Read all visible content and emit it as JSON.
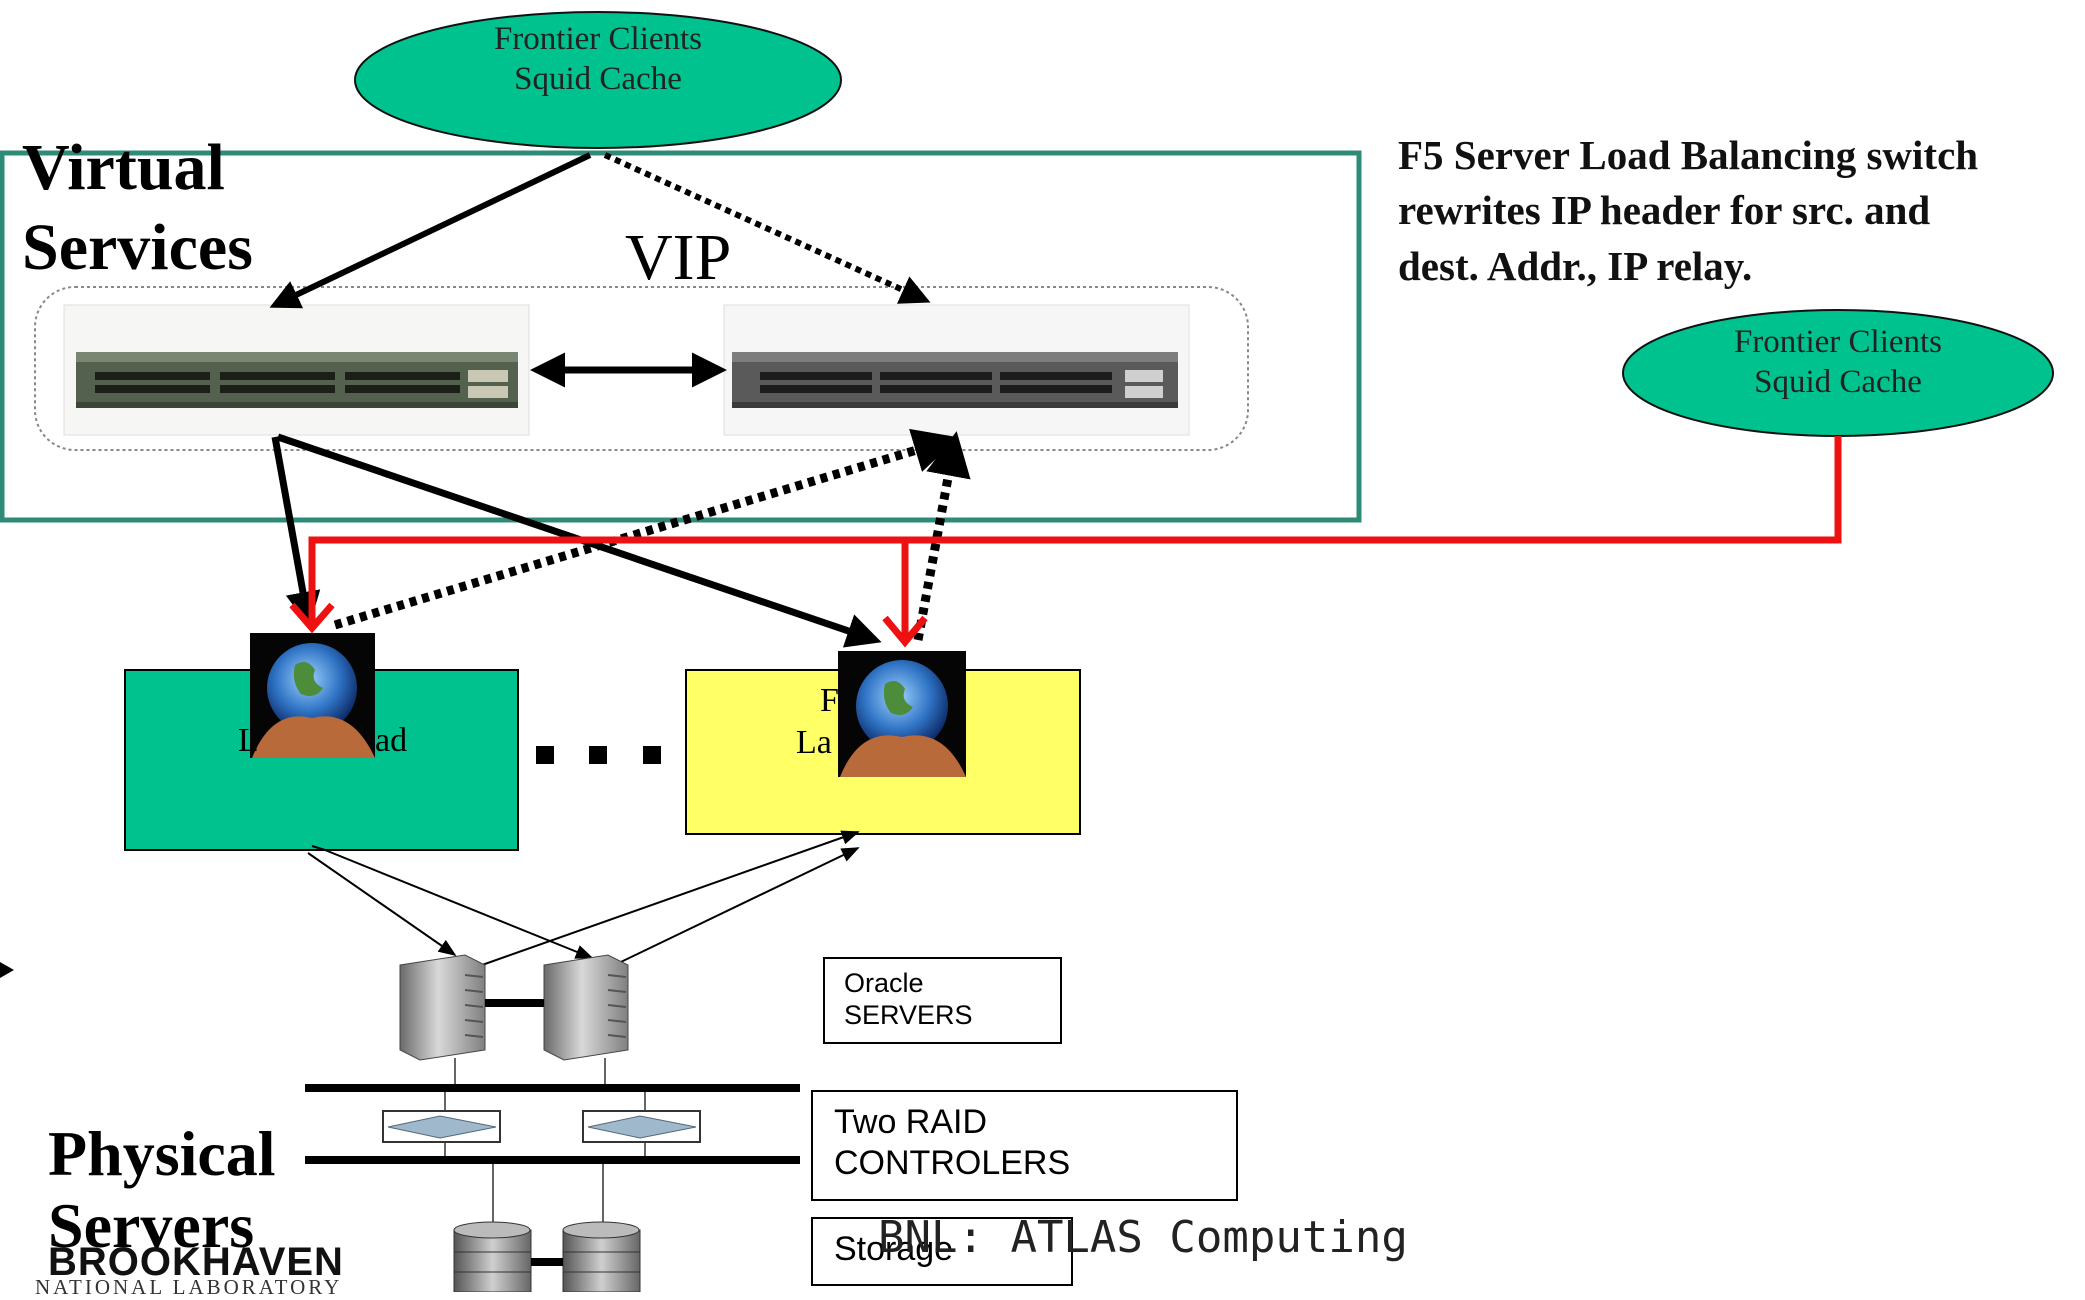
{
  "top_client": {
    "line1": "Frontier Clients",
    "line2": "Squid Cache"
  },
  "right_client": {
    "line1": "Frontier Clients",
    "line2": "Squid Cache"
  },
  "virtual_services": {
    "line1": "Virtual",
    "line2": "Services"
  },
  "vip_label": "VIP",
  "f5_note": {
    "line1": "F5 Server Load Balancing switch",
    "line2": "rewrites IP header for src. and",
    "line3": "dest. Addr., IP relay."
  },
  "green_server_text": {
    "left": "L",
    "right": "ad"
  },
  "yellow_server_text": {
    "top": "F",
    "left": "La"
  },
  "ellipsis": "■ ■ ■",
  "oracle_box": {
    "line1": "Oracle",
    "line2": "SERVERS"
  },
  "raid_box": {
    "line1": "Two RAID",
    "line2": "CONTROLERS"
  },
  "storage_label": "Storage",
  "physical_servers": {
    "line1": "Physical",
    "line2": "Servers"
  },
  "logo": {
    "name": "BROOKHAVEN",
    "sub": "NATIONAL LABORATORY"
  },
  "footer": "BNL: ATLAS Computing",
  "colors": {
    "ellipse_fill": "#00c28f",
    "frame_border": "#2e8b78",
    "green_box": "#00c28f",
    "yellow_box": "#ffff66",
    "red_path": "#ee1111"
  },
  "icons": [
    "network-switch-icon",
    "globe-in-hands-icon",
    "database-server-icon",
    "raid-controller-icon",
    "disk-storage-icon"
  ]
}
